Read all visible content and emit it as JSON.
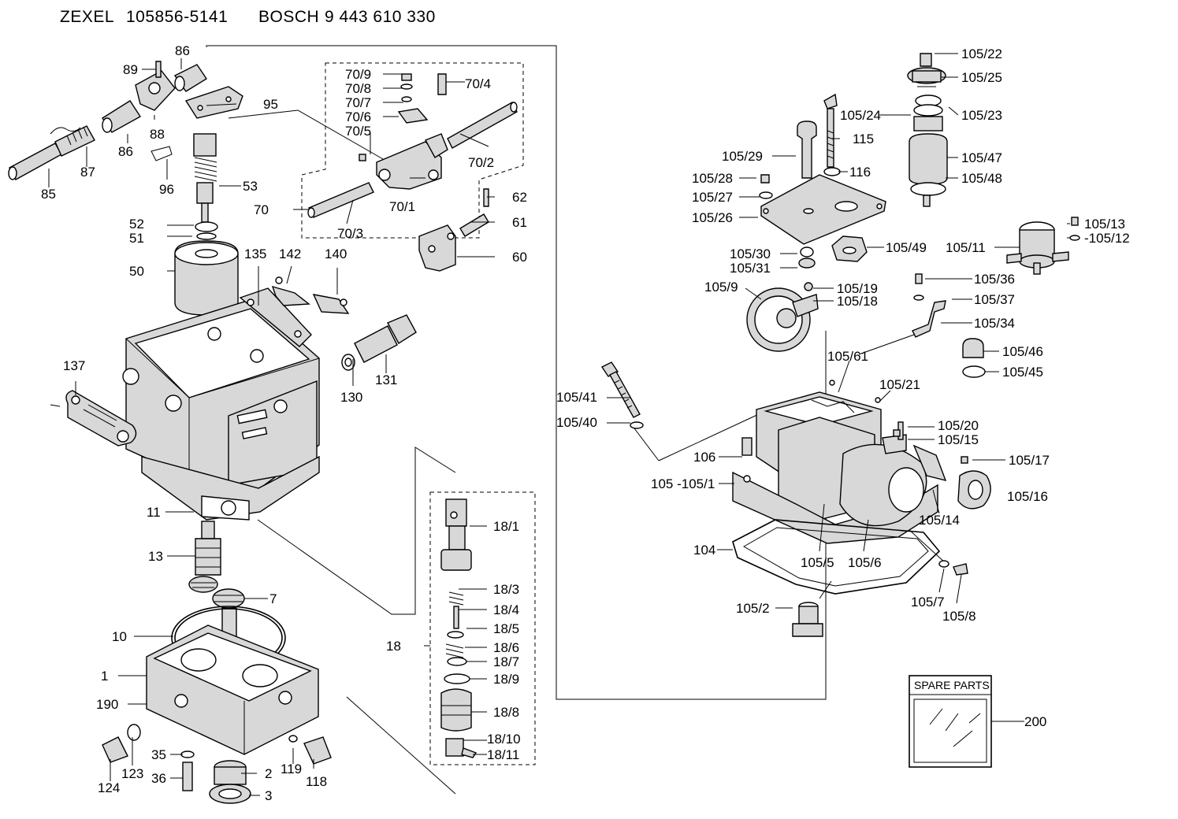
{
  "header": {
    "brand1": "ZEXEL",
    "code1": "105856-5141",
    "brand2": "BOSCH",
    "code2": "9 443 610 330"
  },
  "spare_parts": {
    "title": "SPARE PARTS"
  },
  "labels": {
    "l89": "89",
    "l86a": "86",
    "l95": "95",
    "l88": "88",
    "l86b": "86",
    "l87": "87",
    "l85": "85",
    "l96": "96",
    "l53": "53",
    "l52": "52",
    "l51": "51",
    "l50": "50",
    "l135": "135",
    "l142": "142",
    "l140": "140",
    "l131": "131",
    "l130": "130",
    "l137": "137",
    "l11": "11",
    "l13": "13",
    "l7": "7",
    "l10": "10",
    "l1": "1",
    "l190": "190",
    "l124": "124",
    "l123": "123",
    "l35": "35",
    "l36": "36",
    "l2": "2",
    "l3": "3",
    "l119": "119",
    "l118": "118",
    "l70_9": "70/9",
    "l70_8": "70/8",
    "l70_7": "70/7",
    "l70_6": "70/6",
    "l70_5": "70/5",
    "l70_4": "70/4",
    "l70_2": "70/2",
    "l70_1": "70/1",
    "l70_3": "70/3",
    "l70": "70",
    "l62": "62",
    "l61": "61",
    "l60": "60",
    "l18": "18",
    "l18_1": "18/1",
    "l18_3": "18/3",
    "l18_4": "18/4",
    "l18_5": "18/5",
    "l18_6": "18/6",
    "l18_7": "18/7",
    "l18_9": "18/9",
    "l18_8": "18/8",
    "l18_10": "18/10",
    "l18_11": "18/11",
    "l105_22": "105/22",
    "l105_25": "105/25",
    "l105_24": "105/24",
    "l105_23": "105/23",
    "l105_47": "105/47",
    "l105_48": "105/48",
    "l115": "115",
    "l116": "116",
    "l105_29": "105/29",
    "l105_28": "105/28",
    "l105_27": "105/27",
    "l105_26": "105/26",
    "l105_13": "105/13",
    "l105_12": "-105/12",
    "l105_11": "105/11",
    "l105_49": "105/49",
    "l105_30": "105/30",
    "l105_31": "105/31",
    "l105_19": "105/19",
    "l105_18": "105/18",
    "l105_9": "105/9",
    "l105_36": "105/36",
    "l105_37": "105/37",
    "l105_34": "105/34",
    "l105_46": "105/46",
    "l105_45": "105/45",
    "l105_61": "105/61",
    "l105_21": "105/21",
    "l105_41": "105/41",
    "l105_40": "105/40",
    "l105_20": "105/20",
    "l105_15": "105/15",
    "l105_17": "105/17",
    "l106": "106",
    "l105_1": "105 -105/1",
    "l105_16": "105/16",
    "l105_14": "105/14",
    "l104": "104",
    "l105_5": "105/5",
    "l105_6": "105/6",
    "l105_7": "105/7",
    "l105_8": "105/8",
    "l105_2": "105/2",
    "l200": "200"
  }
}
